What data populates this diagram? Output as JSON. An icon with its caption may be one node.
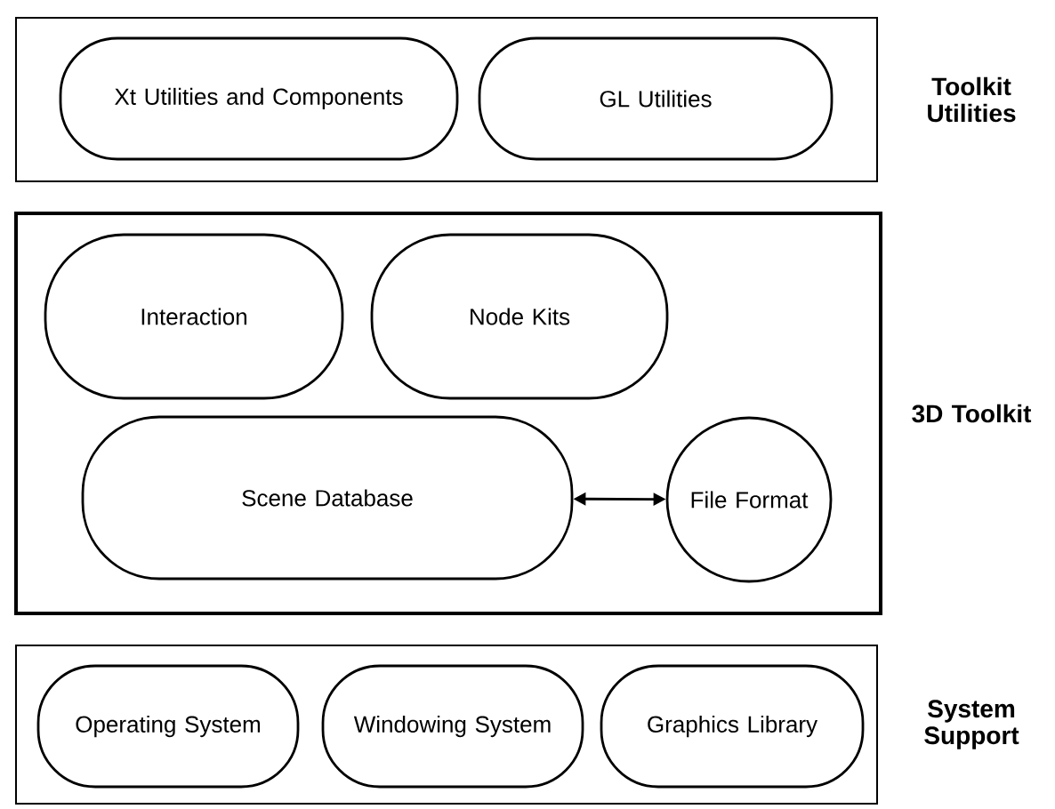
{
  "diagram": {
    "nodes": [
      {
        "text": [
          "Toolkit Utilities"
        ]
      },
      {
        "text": [
          "Xt Utilities and Components"
        ],
        "in": 0
      },
      {
        "text": [
          "GL Utilities"
        ],
        "in": 0
      },
      {
        "text": [
          "3D Toolkit"
        ]
      },
      {
        "text": [
          "Interaction"
        ],
        "in": 3
      },
      {
        "text": [
          "Node Kits"
        ],
        "in": 3
      },
      {
        "text": [
          "Scene Database"
        ],
        "in": 3
      },
      {
        "text": [
          "File Format"
        ],
        "in": 3
      },
      {
        "text": [
          "System Support"
        ]
      },
      {
        "text": [
          "Operating System"
        ],
        "in": 8
      },
      {
        "text": [
          "Windowing System"
        ],
        "in": 8
      },
      {
        "text": [
          "Graphics Library"
        ],
        "in": 8
      }
    ],
    "edges": [
      {
        "from": 6,
        "to": 7,
        "arrow": "both"
      }
    ]
  }
}
